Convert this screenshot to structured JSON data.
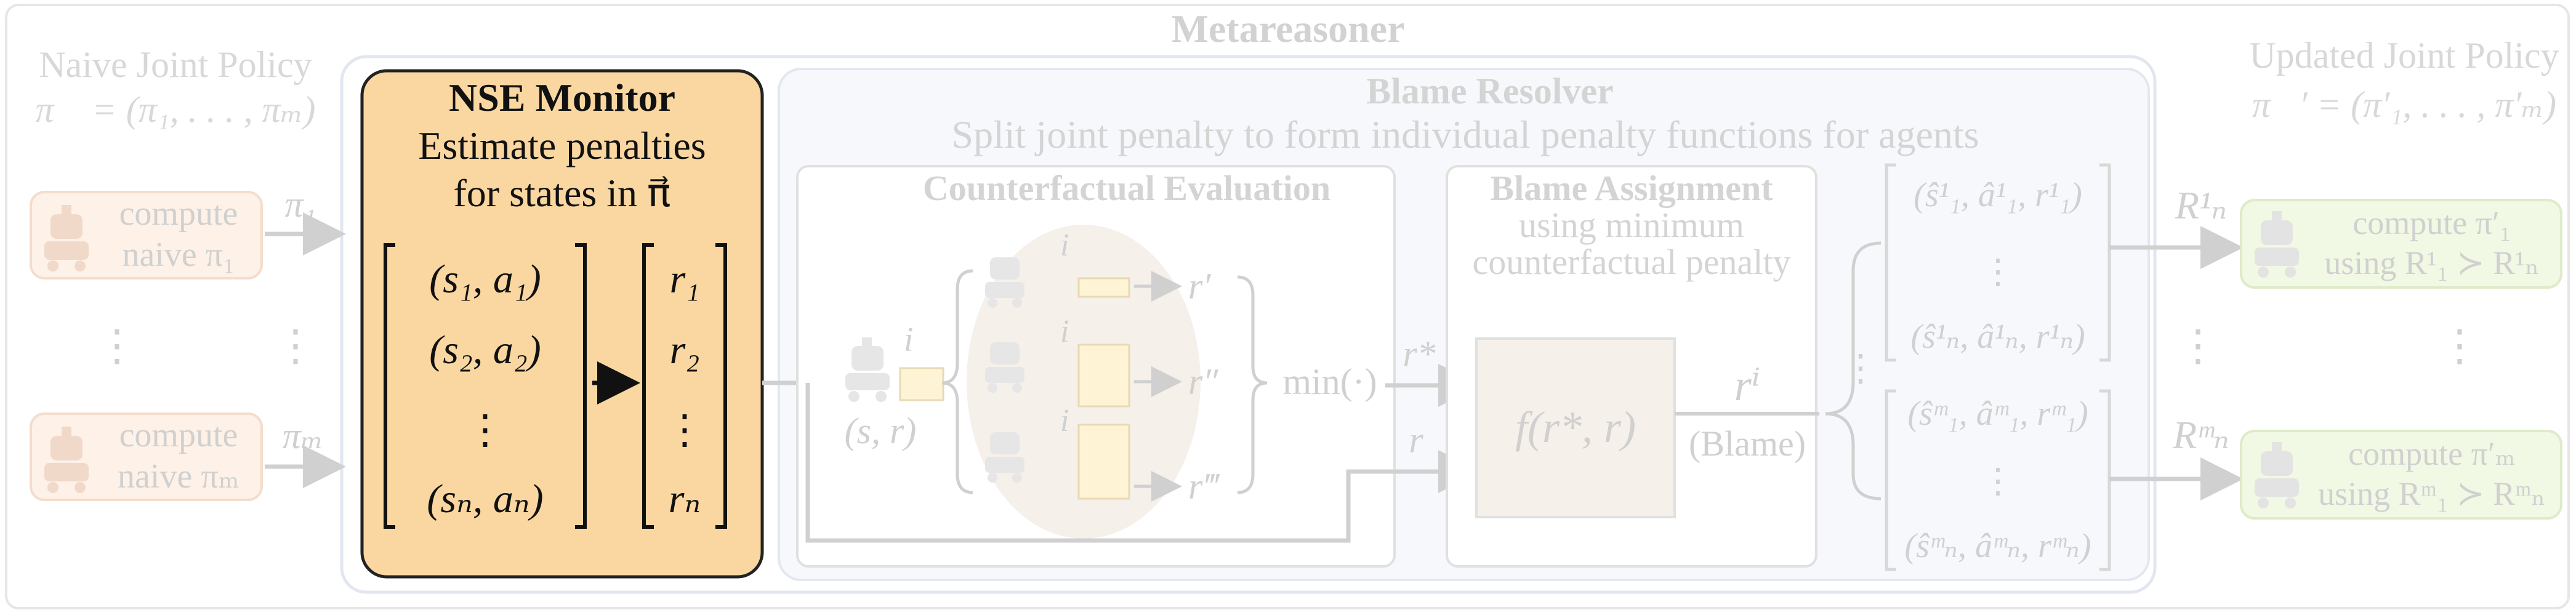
{
  "diagram": {
    "title": "Metareasoner",
    "left": {
      "heading": "Naive Joint Policy",
      "formula": "π⃗ = (π₁, . . . , πₘ)",
      "agent1": {
        "line1": "compute",
        "line2": "naive π₁",
        "out_label": "π₁"
      },
      "agentm": {
        "line1": "compute",
        "line2": "naive πₘ",
        "out_label": "πₘ"
      },
      "vdots": "⋮"
    },
    "monitor": {
      "title": "NSE Monitor",
      "subtitle1": "Estimate penalties",
      "subtitle2": "for states in π⃗",
      "pairs": [
        "(s₁, a₁)",
        "(s₂, a₂)",
        "⋮",
        "(sₙ, aₙ)"
      ],
      "penalties": [
        "r₁",
        "r₂",
        "⋮",
        "rₙ"
      ],
      "colors": {
        "fill": "#fad7a0",
        "stroke": "#222222"
      }
    },
    "blame_resolver": {
      "title": "Blame Resolver",
      "subtitle": "Split joint penalty to form individual penalty functions for agents",
      "counterfactual": {
        "title": "Counterfactual Evaluation",
        "input_label": "(s, r)",
        "agent_label": "i",
        "outputs": [
          "r′",
          "r″",
          "r‴"
        ],
        "min_label": "min(·)",
        "r_star": "r*",
        "r": "r"
      },
      "assignment": {
        "title": "Blame Assignment",
        "line1": "using minimum",
        "line2": "counterfactual penalty",
        "function": "f(r*, r)",
        "out_label": "rⁱ",
        "blame_label": "(Blame)"
      },
      "tuples_top": [
        "(ŝ¹₁, â¹₁, r¹₁)",
        "⋮",
        "(ŝ¹ₙ, â¹ₙ, r¹ₙ)"
      ],
      "tuples_bottom": [
        "(ŝᵐ₁, âᵐ₁, rᵐ₁)",
        "⋮",
        "(ŝᵐₙ, âᵐₙ, rᵐₙ)"
      ],
      "mid_dots": "⋮"
    },
    "right": {
      "heading": "Updated Joint Policy",
      "formula": "π⃗′ = (π′₁, . . . , π′ₘ)",
      "agent1": {
        "in_label": "R¹ₙ",
        "line1": "compute π′₁",
        "line2": "using R¹₁ ≻ R¹ₙ"
      },
      "agentm": {
        "in_label": "Rᵐₙ",
        "line1": "compute π′ₘ",
        "line2": "using Rᵐ₁ ≻ Rᵐₙ"
      },
      "vdots": "⋮"
    }
  }
}
